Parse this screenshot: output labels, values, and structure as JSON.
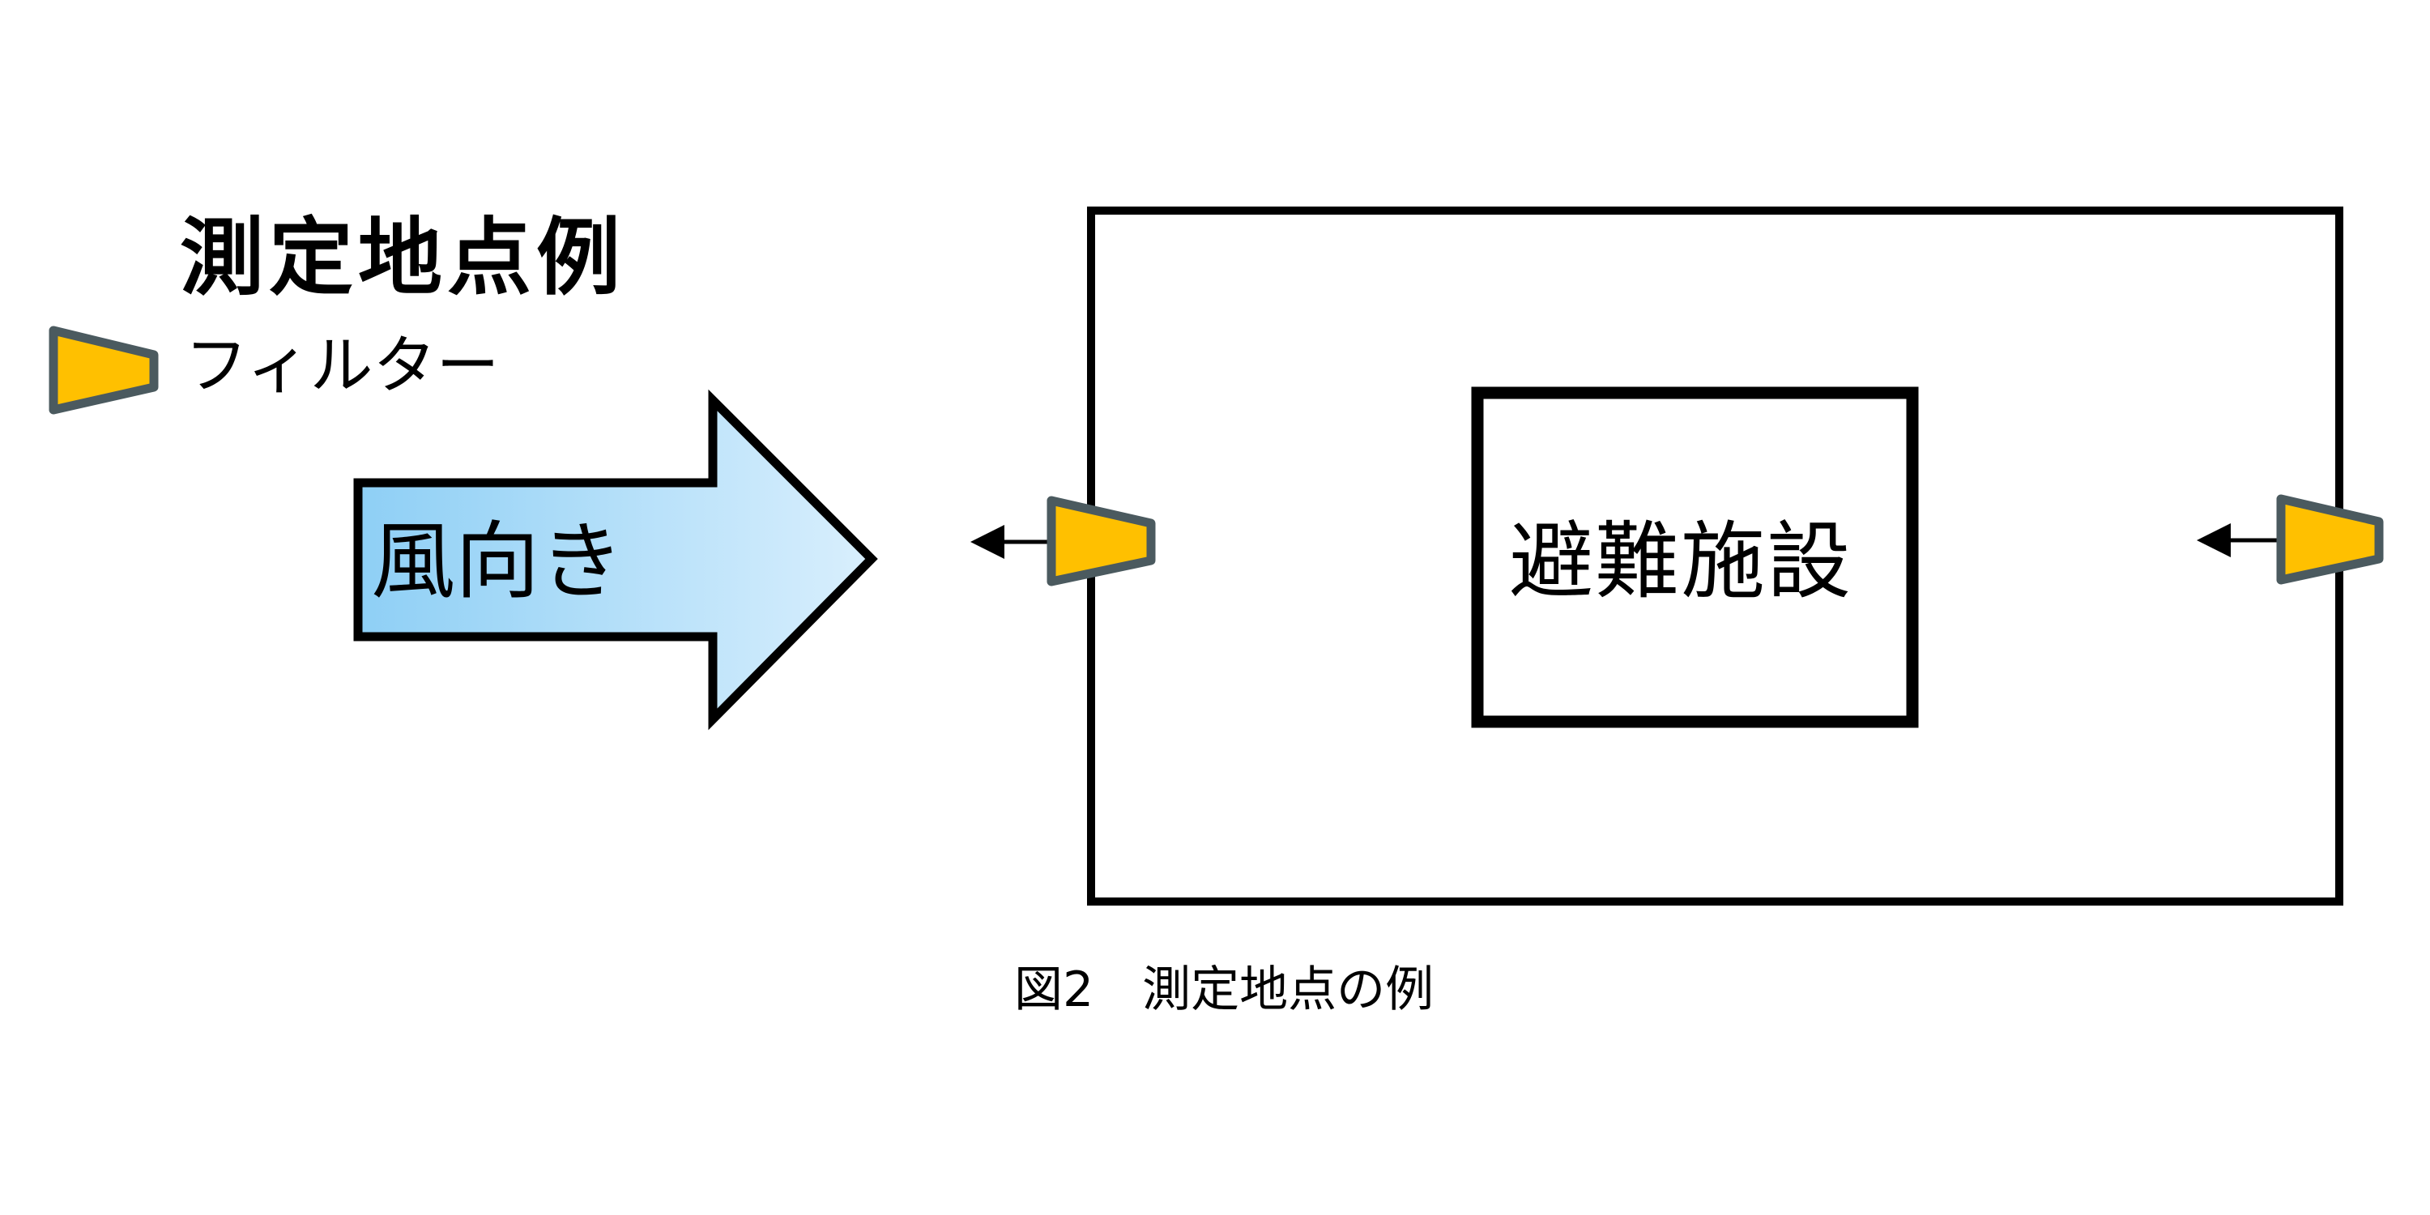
{
  "legend": {
    "title": "測定地点例",
    "items": [
      {
        "icon": "filter-icon",
        "label": "フィルター"
      }
    ]
  },
  "wind": {
    "label": "風向き",
    "icon": "wind-direction-arrow-icon",
    "direction": "right"
  },
  "site": {
    "facility_label": "避難施設",
    "filters": [
      {
        "position": "left-wall",
        "flow_direction": "left"
      },
      {
        "position": "right-wall",
        "flow_direction": "left"
      }
    ]
  },
  "caption": "図2　測定地点の例",
  "colors": {
    "filter_fill": "#FFC000",
    "filter_stroke": "#4B5A5F",
    "arrow_fill_start": "#8ECFF5",
    "arrow_fill_end": "#D9EFFD",
    "line": "#000000",
    "background": "#FFFFFF"
  }
}
